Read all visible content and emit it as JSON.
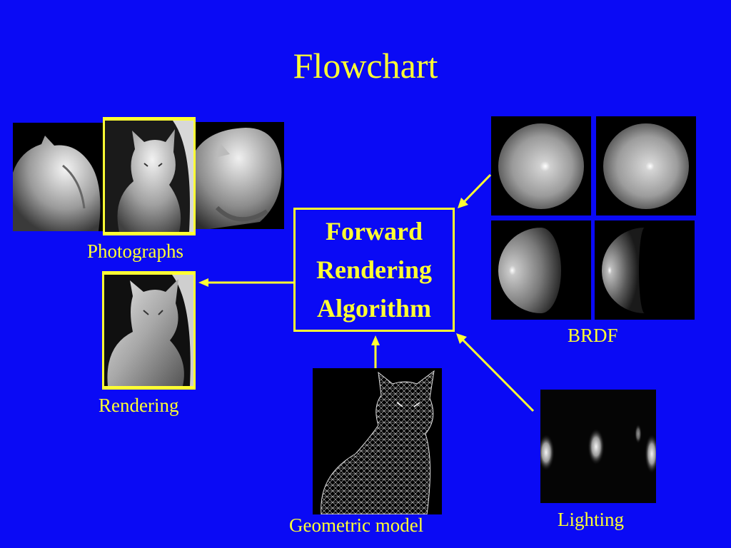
{
  "title": "Flowchart",
  "algorithm": {
    "line1": "Forward",
    "line2": "Rendering",
    "line3": "Algorithm"
  },
  "labels": {
    "photographs": "Photographs",
    "rendering": "Rendering",
    "brdf": "BRDF",
    "geometric_model": "Geometric model",
    "lighting": "Lighting"
  },
  "colors": {
    "background": "#0a0af5",
    "accent": "#ffff33"
  }
}
